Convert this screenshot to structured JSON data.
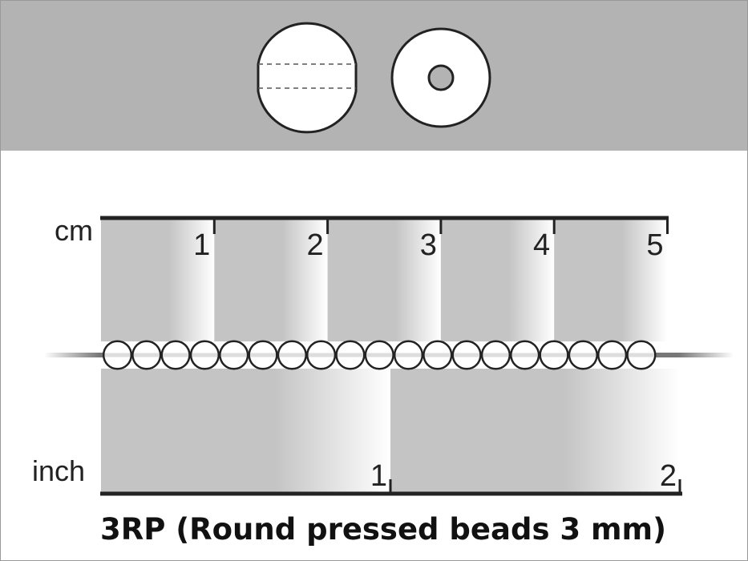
{
  "ruler": {
    "cm_unit": "cm",
    "cm_ticks": [
      "1",
      "2",
      "3",
      "4",
      "5"
    ],
    "inch_unit": "inch",
    "inch_ticks": [
      "1",
      "2"
    ]
  },
  "beads": {
    "count": 19
  },
  "caption": "3RP (Round pressed beads 3 mm)",
  "colors": {
    "band": "#b3b3b3",
    "ruler_fill": "#c4c4c4",
    "line": "#222222",
    "thread": "#777777"
  }
}
